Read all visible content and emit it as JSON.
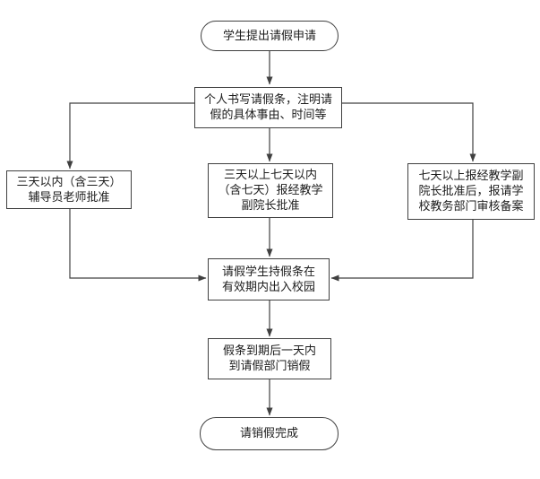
{
  "diagram": {
    "nodes": {
      "start": {
        "label": "学生提出请假申请",
        "shape": "terminator"
      },
      "write_note": {
        "label": "个人书写请假条，注明请\n假的具体事由、时间等",
        "shape": "process"
      },
      "within_three_days": {
        "label": "三天以内（含三天）\n辅导员老师批准",
        "shape": "process"
      },
      "three_to_seven": {
        "label": "三天以上七天以内\n（含七天）报经教学\n副院长批准",
        "shape": "process"
      },
      "over_seven_days": {
        "label": "七天以上报经教学副\n院长批准后，报请学\n校教务部门审核备案",
        "shape": "process"
      },
      "campus_access": {
        "label": "请假学生持假条在\n有效期内出入校园",
        "shape": "process"
      },
      "report_back": {
        "label": "假条到期后一天内\n到请假部门销假",
        "shape": "process"
      },
      "end": {
        "label": "请销假完成",
        "shape": "terminator"
      }
    },
    "edges": [
      {
        "from": "start",
        "to": "write_note"
      },
      {
        "from": "write_note",
        "to": "within_three_days"
      },
      {
        "from": "write_note",
        "to": "three_to_seven"
      },
      {
        "from": "write_note",
        "to": "over_seven_days"
      },
      {
        "from": "within_three_days",
        "to": "campus_access"
      },
      {
        "from": "three_to_seven",
        "to": "campus_access"
      },
      {
        "from": "over_seven_days",
        "to": "campus_access"
      },
      {
        "from": "campus_access",
        "to": "report_back"
      },
      {
        "from": "report_back",
        "to": "end"
      }
    ],
    "colors": {
      "line": "#404040",
      "text": "#1c1c1c",
      "background": "#ffffff"
    }
  }
}
